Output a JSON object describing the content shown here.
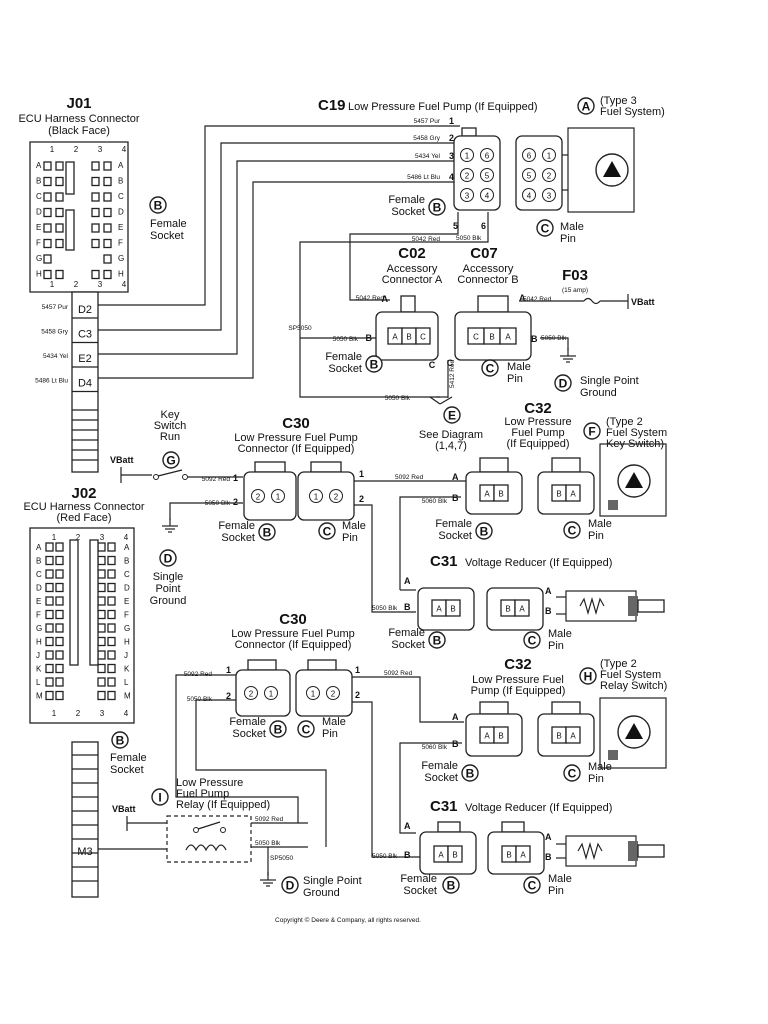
{
  "j01": {
    "id": "J01",
    "title": "ECU Harness Connector",
    "face": "(Black Face)",
    "rows": [
      "A",
      "B",
      "C",
      "D",
      "E",
      "F",
      "G",
      "H"
    ],
    "cols": [
      "1",
      "2",
      "3",
      "4"
    ],
    "pins": [
      {
        "name": "D2",
        "wire": "5457 Pur"
      },
      {
        "name": "C3",
        "wire": "5458 Gry"
      },
      {
        "name": "E2",
        "wire": "5434 Yel"
      },
      {
        "name": "D4",
        "wire": "5486 Lt Blu"
      }
    ],
    "ref": "B",
    "ref_text": "Female Socket"
  },
  "c19": {
    "id": "C19",
    "title": "Low Pressure Fuel Pump (If Equipped)",
    "type_ref": "A",
    "type_text": [
      "(Type 3",
      "Fuel System)"
    ],
    "pins_in": [
      {
        "num": "1",
        "wire": "5457 Pur"
      },
      {
        "num": "2",
        "wire": "5458 Gry"
      },
      {
        "num": "3",
        "wire": "5434 Yel"
      },
      {
        "num": "4",
        "wire": "5486 Lt Blu"
      }
    ],
    "pins_bottom": [
      {
        "num": "5",
        "wire": "5042 Red"
      },
      {
        "num": "6",
        "wire": "5050 Blk"
      }
    ],
    "socket_digits": [
      "1",
      "6",
      "2",
      "5",
      "3",
      "4"
    ],
    "pin_digits": [
      "6",
      "1",
      "5",
      "2",
      "4",
      "3"
    ],
    "female_ref": "B",
    "female_text": [
      "Female",
      "Socket"
    ],
    "male_ref": "C",
    "male_text": [
      "Male",
      "Pin"
    ]
  },
  "c02": {
    "id": "C02",
    "title": [
      "Accessory",
      "Connector A"
    ],
    "pin_a": "A",
    "pin_b": "B",
    "wire_a": "5042 Red",
    "wire_b": "5050 Blk",
    "cells": [
      "A",
      "B",
      "C"
    ],
    "female_ref": "B",
    "female_text": [
      "Female",
      "Socket"
    ],
    "pin_c": "C"
  },
  "c07": {
    "id": "C07",
    "title": [
      "Accessory",
      "Connector B"
    ],
    "pin_a": "A",
    "pin_b": "B",
    "pin_c": "C",
    "wire_b": "5050 Blk",
    "cells": [
      "C",
      "B",
      "A"
    ],
    "male_ref": "C",
    "male_text": [
      "Male",
      "Pin"
    ],
    "splice": "SP5050",
    "wire_c": "5412 Red"
  },
  "f03": {
    "id": "F03",
    "rating": "(15 amp)",
    "wire": "5042 Red",
    "vbatt": "VBatt"
  },
  "ground_d1": {
    "ref": "D",
    "text": [
      "Single Point",
      "Ground"
    ]
  },
  "diag_e": {
    "ref": "E",
    "text": [
      "See Diagram",
      "(1,4,7)"
    ],
    "wire": "5050 Blk"
  },
  "key": {
    "text": [
      "Key",
      "Switch",
      "Run"
    ],
    "ref": "G",
    "vbatt": "VBatt"
  },
  "c30a": {
    "id": "C30",
    "title": [
      "Low Pressure Fuel Pump",
      "Connector (If Equipped)"
    ],
    "wire1": "5092 Red",
    "wire2": "5050 Blk",
    "pin1": "1",
    "pin2": "2",
    "socket_digits": [
      "2",
      "1"
    ],
    "pin_digits": [
      "1",
      "2"
    ],
    "female_ref": "B",
    "female_text": [
      "Female",
      "Socket"
    ],
    "male_ref": "C",
    "male_text": [
      "Male",
      "Pin"
    ]
  },
  "c32a": {
    "id": "C32",
    "title": [
      "Low Pressure",
      "Fuel Pump",
      "(If Equipped)"
    ],
    "type_ref": "F",
    "type_text": [
      "(Type 2",
      "Fuel System",
      "Key Switch)"
    ],
    "wire_a": "5092 Red",
    "wire_b": "5060 Blk",
    "pin_a": "A",
    "pin_b": "B",
    "female_ref": "B",
    "female_text": [
      "Female",
      "Socket"
    ],
    "male_ref": "C",
    "male_text": [
      "Male",
      "Pin"
    ],
    "cells_f": [
      "A",
      "B"
    ],
    "cells_m": [
      "B",
      "A"
    ]
  },
  "c31a": {
    "id": "C31",
    "title": "Voltage Reducer (If Equipped)",
    "wire_b": "5050 Blk",
    "pin_a": "A",
    "pin_b": "B",
    "female_ref": "B",
    "female_text": [
      "Female",
      "Socket"
    ],
    "male_ref": "C",
    "male_text": [
      "Male",
      "Pin"
    ]
  },
  "ground_d2": {
    "ref": "D",
    "text": [
      "Single",
      "Point",
      "Ground"
    ]
  },
  "j02": {
    "id": "J02",
    "title": "ECU Harness Connector",
    "face": "(Red Face)",
    "rows": [
      "A",
      "B",
      "C",
      "D",
      "E",
      "F",
      "G",
      "H",
      "J",
      "K",
      "L",
      "M"
    ],
    "cols": [
      "1",
      "2",
      "3",
      "4"
    ],
    "pin": "M3",
    "ref": "B",
    "ref_text": [
      "Female",
      "Socket"
    ]
  },
  "c30b": {
    "id": "C30",
    "title": [
      "Low Pressure Fuel Pump",
      "Connector (If Equipped)"
    ],
    "wire1": "5092 Red",
    "wire2": "5050 Blk",
    "pin1": "1",
    "pin2": "2",
    "socket_digits": [
      "2",
      "1"
    ],
    "pin_digits": [
      "1",
      "2"
    ],
    "female_ref": "B",
    "female_text": [
      "Female",
      "Socket"
    ],
    "male_ref": "C",
    "male_text": [
      "Male",
      "Pin"
    ]
  },
  "relay": {
    "ref": "I",
    "text": [
      "Low Pressure",
      "Fuel Pump",
      "Relay (If Equipped)"
    ],
    "vbatt": "VBatt",
    "wire1": "5092 Red",
    "wire2": "5050 Blk",
    "splice": "SP5050"
  },
  "c32b": {
    "id": "C32",
    "title": [
      "Low Pressure Fuel",
      "Pump (If Equipped)"
    ],
    "type_ref": "H",
    "type_text": [
      "(Type 2",
      "Fuel System",
      "Relay Switch)"
    ],
    "wire_a": "5092 Red",
    "wire_b": "5060 Blk",
    "pin_a": "A",
    "pin_b": "B",
    "female_ref": "B",
    "female_text": [
      "Female",
      "Socket"
    ],
    "male_ref": "C",
    "male_text": [
      "Male",
      "Pin"
    ],
    "cells_f": [
      "A",
      "B"
    ],
    "cells_m": [
      "B",
      "A"
    ]
  },
  "c31b": {
    "id": "C31",
    "title": "Voltage Reducer (If Equipped)",
    "wire_b": "5050 Blk",
    "pin_a": "A",
    "pin_b": "B",
    "female_ref": "B",
    "female_text": [
      "Female",
      "Socket"
    ],
    "male_ref": "C",
    "male_text": [
      "Male",
      "Pin"
    ]
  },
  "ground_d3": {
    "ref": "D",
    "text": [
      "Single Point",
      "Ground"
    ]
  },
  "copyright": "Copyright © Deere & Company, all rights reserved."
}
